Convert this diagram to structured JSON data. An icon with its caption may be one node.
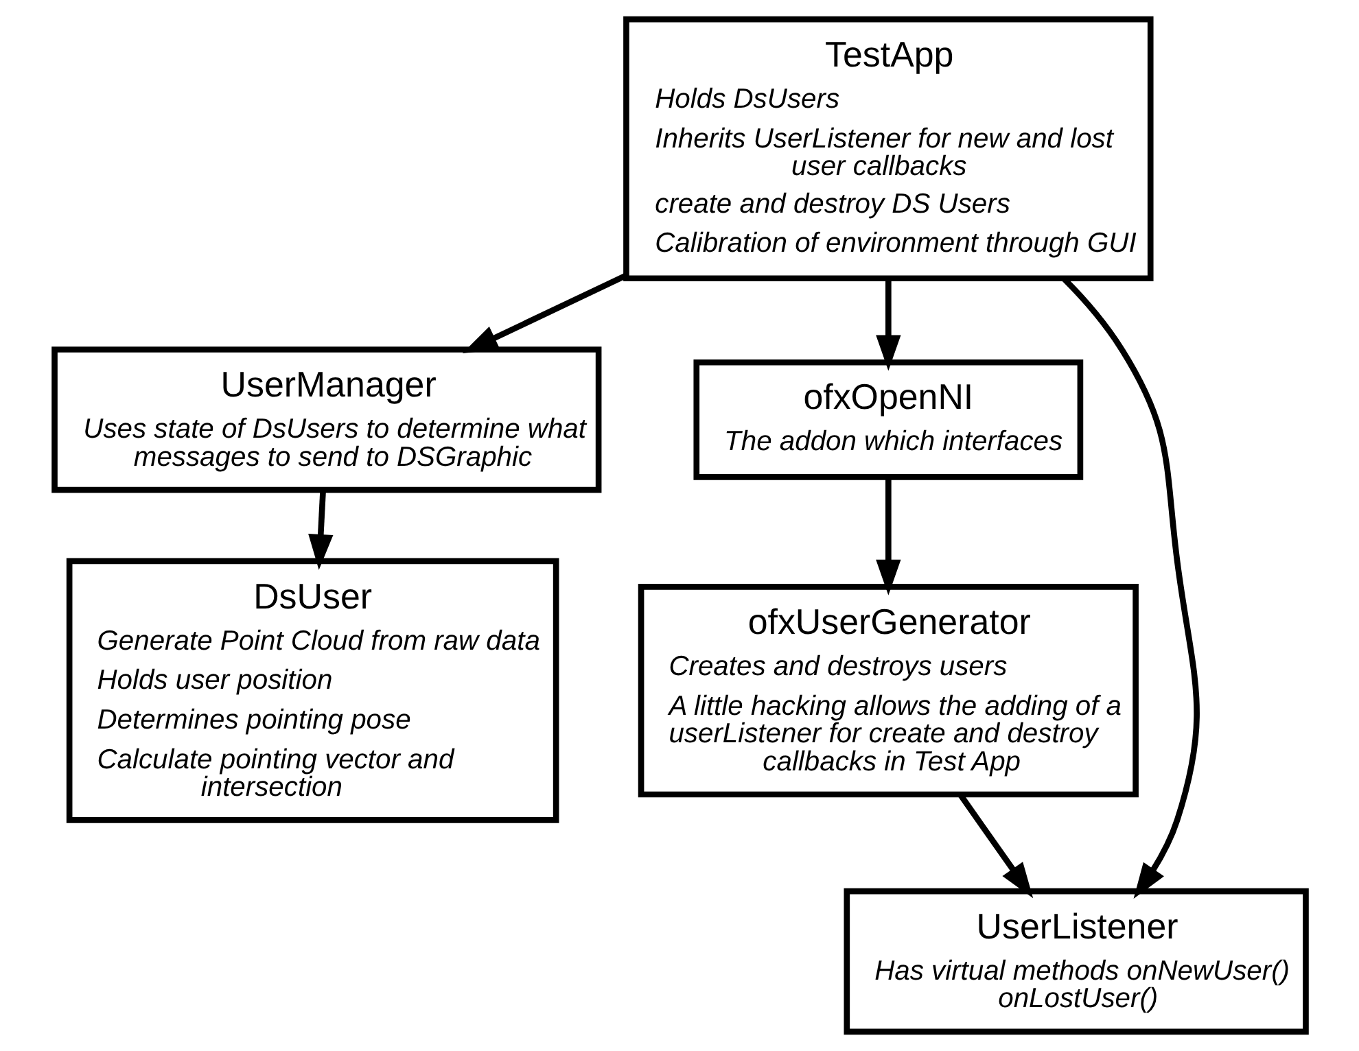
{
  "diagram": {
    "nodes": [
      {
        "text": [
          "TestApp",
          "Holds DsUsers",
          "Inherits UserListener for new and lost user callbacks",
          "create and destroy DS Users",
          "Calibration of environment through GUI"
        ]
      },
      {
        "text": [
          "UserManager",
          "Uses state of DsUsers to determine what messages to send to DSGraphic"
        ]
      },
      {
        "text": [
          "DsUser",
          "Generate Point Cloud from raw data",
          "Holds user position",
          "Determines pointing pose",
          "Calculate pointing vector and intersection"
        ]
      },
      {
        "text": [
          "ofxOpenNI",
          "The addon which interfaces"
        ]
      },
      {
        "text": [
          "ofxUserGenerator",
          "Creates and destroys users",
          "A little hacking allows the adding of a userListener for create and destroy callbacks in Test App"
        ]
      },
      {
        "text": [
          "UserListener",
          "Has virtual methods onNewUser() onLostUser()"
        ]
      }
    ],
    "edges": [
      {
        "from": 0,
        "to": 1,
        "arrow": "to"
      },
      {
        "from": 1,
        "to": 2,
        "arrow": "to"
      },
      {
        "from": 0,
        "to": 3,
        "arrow": "to"
      },
      {
        "from": 0,
        "to": 5,
        "arrow": "to"
      },
      {
        "from": 3,
        "to": 4,
        "arrow": "to"
      },
      {
        "from": 4,
        "to": 5,
        "arrow": "to"
      }
    ]
  }
}
